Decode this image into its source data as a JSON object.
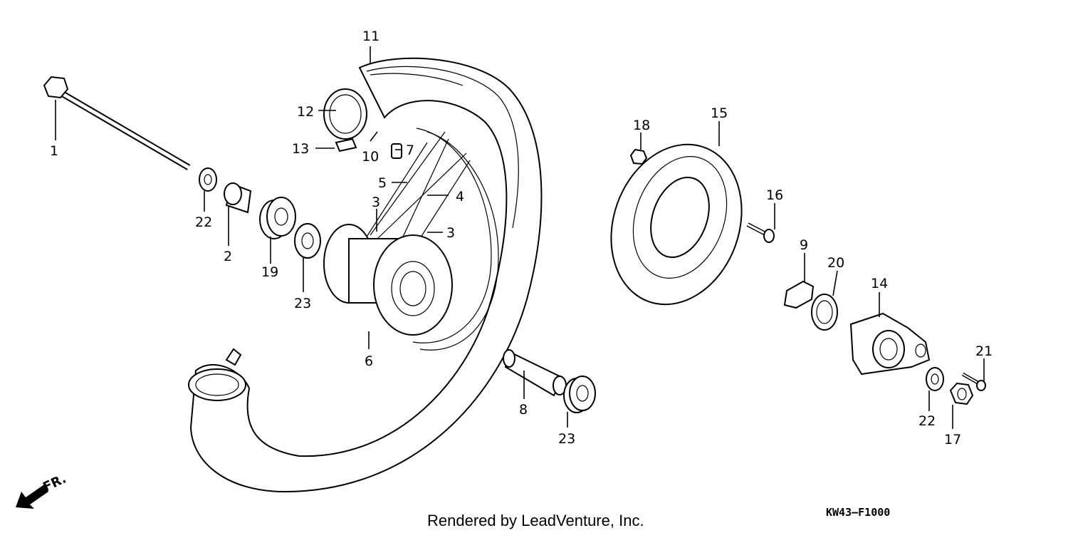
{
  "diagram": {
    "callouts": [
      {
        "id": "c1",
        "label": "1"
      },
      {
        "id": "c2",
        "label": "2"
      },
      {
        "id": "c3a",
        "label": "3"
      },
      {
        "id": "c3b",
        "label": "3"
      },
      {
        "id": "c4",
        "label": "4"
      },
      {
        "id": "c5",
        "label": "5"
      },
      {
        "id": "c6",
        "label": "6"
      },
      {
        "id": "c7",
        "label": "7"
      },
      {
        "id": "c8",
        "label": "8"
      },
      {
        "id": "c9",
        "label": "9"
      },
      {
        "id": "c10",
        "label": "10"
      },
      {
        "id": "c11",
        "label": "11"
      },
      {
        "id": "c12",
        "label": "12"
      },
      {
        "id": "c13",
        "label": "13"
      },
      {
        "id": "c14",
        "label": "14"
      },
      {
        "id": "c15",
        "label": "15"
      },
      {
        "id": "c16",
        "label": "16"
      },
      {
        "id": "c17",
        "label": "17"
      },
      {
        "id": "c18",
        "label": "18"
      },
      {
        "id": "c19",
        "label": "19"
      },
      {
        "id": "c20",
        "label": "20"
      },
      {
        "id": "c21",
        "label": "21"
      },
      {
        "id": "c22a",
        "label": "22"
      },
      {
        "id": "c22b",
        "label": "22"
      },
      {
        "id": "c23a",
        "label": "23"
      },
      {
        "id": "c23b",
        "label": "23"
      }
    ],
    "direction_label": "FR.",
    "credit": "Rendered by LeadVenture, Inc.",
    "diagram_code": "KW43–F1000"
  }
}
